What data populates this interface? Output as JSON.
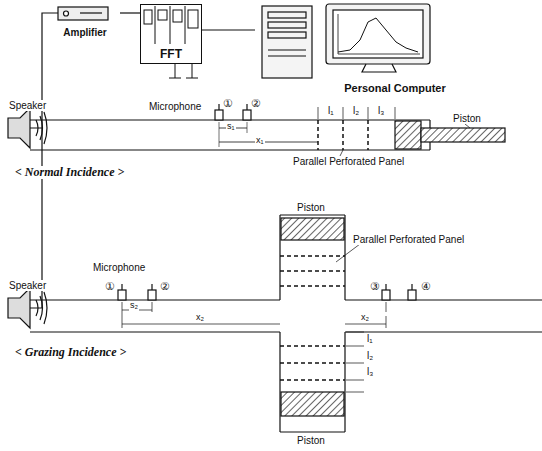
{
  "diagram": {
    "nodes": [
      {
        "text": [
          "Amplifier"
        ]
      },
      {
        "text": [
          "FFT"
        ]
      },
      {
        "text": [
          "Personal Computer"
        ]
      }
    ],
    "edges": [
      {
        "from": 0,
        "to": 1,
        "arrow": "none"
      },
      {
        "from": 1,
        "to": 2,
        "arrow": "none"
      }
    ],
    "labels": [
      "Speaker",
      "Microphone",
      "①",
      "②",
      "s₁",
      "x₁",
      "l₁",
      "l₂",
      "l₃",
      "Piston",
      "Parallel Perforated Panel",
      "< Normal Incidence >",
      "Piston",
      "Parallel Perforated Panel",
      "Speaker",
      "Microphone",
      "①",
      "②",
      "③",
      "④",
      "s₂",
      "x₂",
      "x₂",
      "l₁",
      "l₂",
      "l₃",
      "Piston",
      "< Grazing Incidence >"
    ]
  }
}
